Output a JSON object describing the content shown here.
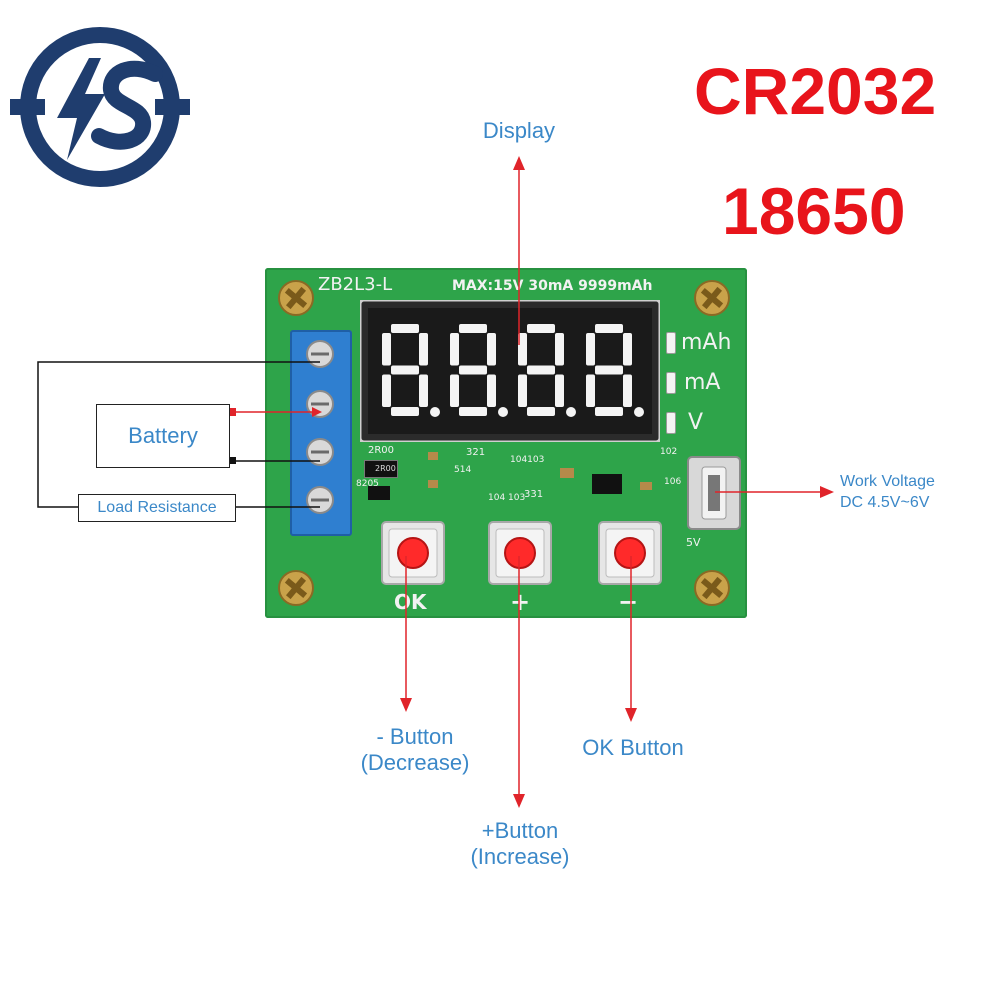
{
  "titles": {
    "line1": "CR2032",
    "line2": "18650"
  },
  "annotations": {
    "display": "Display",
    "minus_line1": "- Button",
    "minus_line2": "(Decrease)",
    "plus_line1": "+Button",
    "plus_line2": "(Increase)",
    "ok_button": "OK Button",
    "work_voltage_line1": "Work Voltage",
    "work_voltage_line2": "DC 4.5V~6V"
  },
  "wiring": {
    "battery": "Battery",
    "load_resistance": "Load Resistance"
  },
  "board": {
    "model": "ZB2L3-L",
    "spec": "MAX:15V 30mA 9999mAh",
    "units": [
      "mAh",
      "mA",
      "V"
    ],
    "button_labels": [
      "OK",
      "+",
      "−"
    ],
    "usb_label": "5V",
    "small_labels": [
      "2R00",
      "321",
      "514",
      "104103",
      "331",
      "104",
      "103",
      "102",
      "106",
      "8205",
      "2R00"
    ]
  },
  "colors": {
    "title_red": "#e8141b",
    "annotation_blue": "#3b88c8",
    "arrow_red": "#e0242a",
    "pcb_green": "#2ea44a",
    "terminal_blue": "#2f7fd0",
    "led_red": "#ff2a2a",
    "logo_navy": "#1f3d6e"
  },
  "icons": [
    "lightning-s-logo-icon",
    "screw-icon",
    "push-button-icon",
    "micro-usb-port-icon"
  ]
}
